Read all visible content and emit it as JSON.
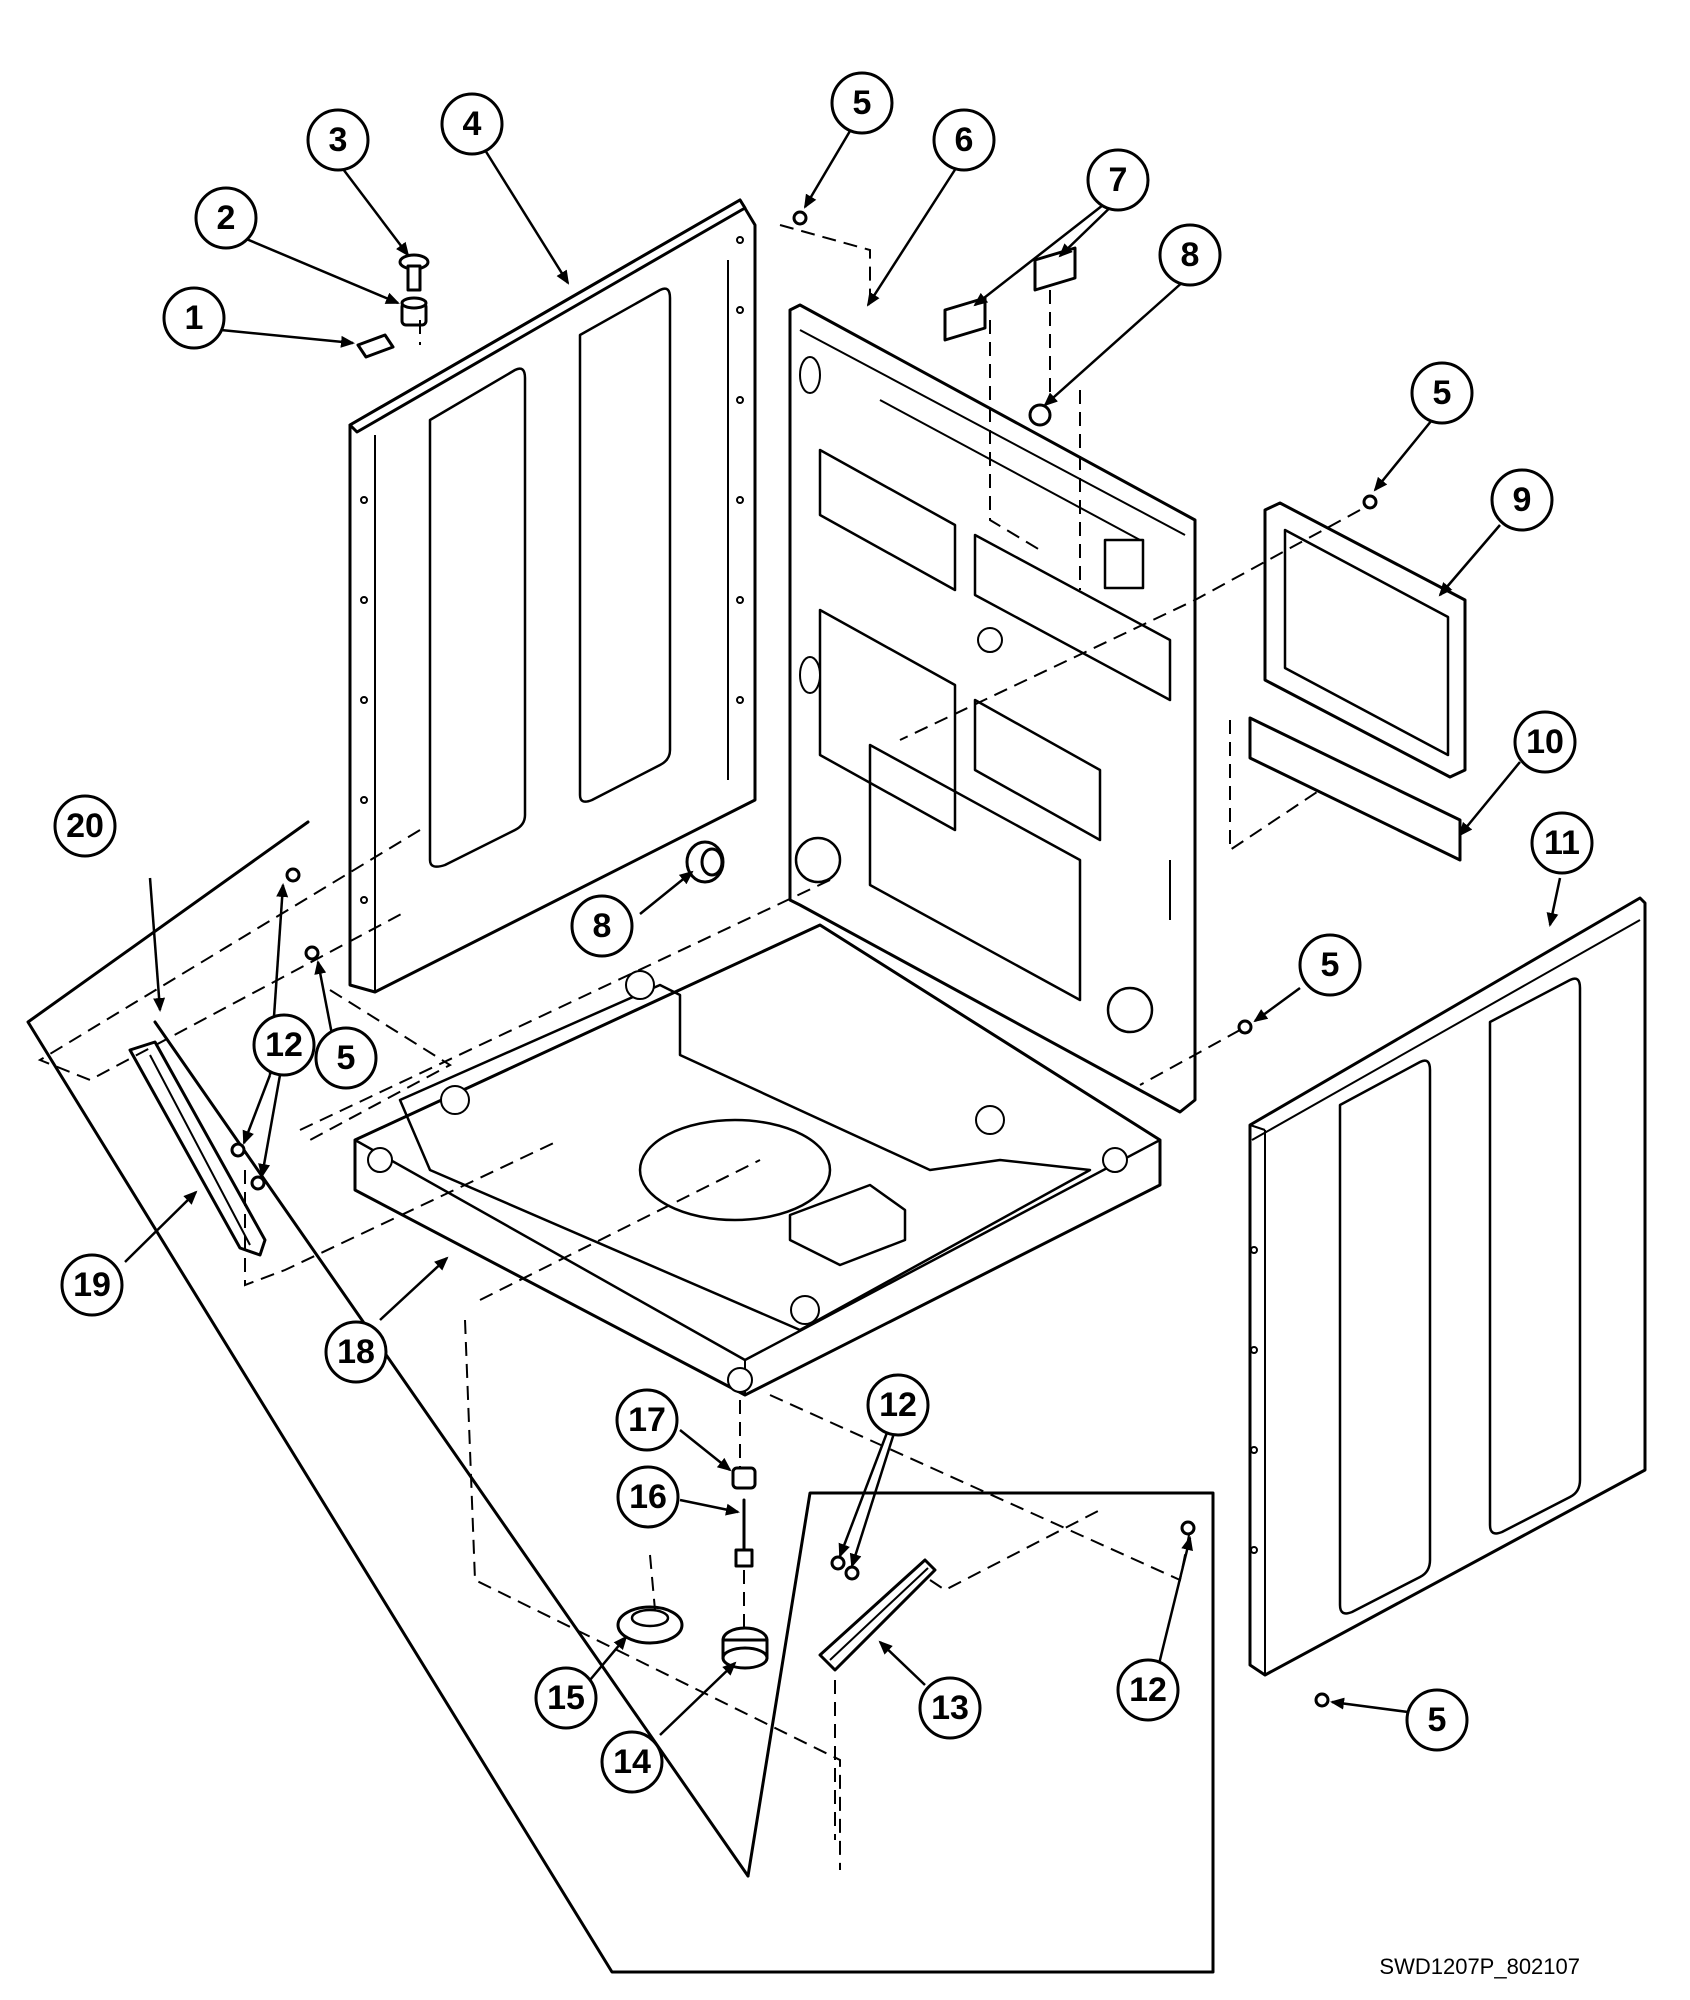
{
  "figure_code": "SWD1207P_802107",
  "callouts": [
    {
      "id": "c1",
      "label": "1"
    },
    {
      "id": "c2",
      "label": "2"
    },
    {
      "id": "c3",
      "label": "3"
    },
    {
      "id": "c4",
      "label": "4"
    },
    {
      "id": "c5a",
      "label": "5"
    },
    {
      "id": "c5b",
      "label": "5"
    },
    {
      "id": "c5c",
      "label": "5"
    },
    {
      "id": "c5d",
      "label": "5"
    },
    {
      "id": "c5e",
      "label": "5"
    },
    {
      "id": "c6",
      "label": "6"
    },
    {
      "id": "c7",
      "label": "7"
    },
    {
      "id": "c8a",
      "label": "8"
    },
    {
      "id": "c8b",
      "label": "8"
    },
    {
      "id": "c9",
      "label": "9"
    },
    {
      "id": "c10",
      "label": "10"
    },
    {
      "id": "c11",
      "label": "11"
    },
    {
      "id": "c12a",
      "label": "12"
    },
    {
      "id": "c12b",
      "label": "12"
    },
    {
      "id": "c12c",
      "label": "12"
    },
    {
      "id": "c13",
      "label": "13"
    },
    {
      "id": "c14",
      "label": "14"
    },
    {
      "id": "c15",
      "label": "15"
    },
    {
      "id": "c16",
      "label": "16"
    },
    {
      "id": "c17",
      "label": "17"
    },
    {
      "id": "c18",
      "label": "18"
    },
    {
      "id": "c19",
      "label": "19"
    },
    {
      "id": "c20",
      "label": "20"
    }
  ]
}
